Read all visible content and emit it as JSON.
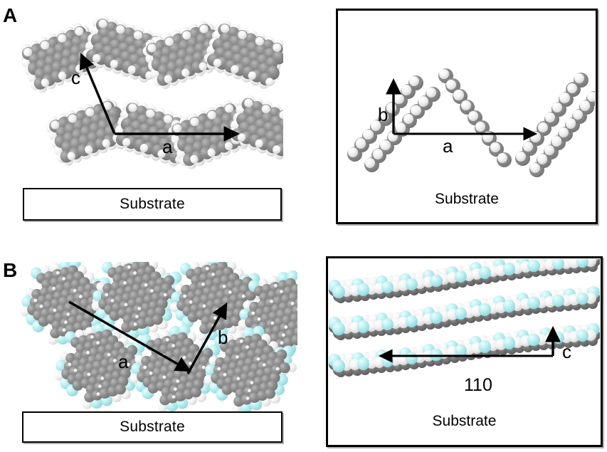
{
  "figure": {
    "type": "scientific-figure",
    "description": "Space-filling molecular models of thin-film crystal packing on a substrate, two panels A and B, each with a side/edge view and an in-plane view.",
    "background_color": "#ffffff",
    "panels": [
      {
        "id": "A",
        "letter": "A",
        "position": "top-left",
        "view": "edge-on / side view of herringbone stacks standing on the substrate",
        "framed": false,
        "axis_vectors": [
          {
            "name": "c",
            "label": "c",
            "direction": "up-left"
          },
          {
            "name": "a",
            "label": "a",
            "direction": "right"
          }
        ],
        "substrate": {
          "label": "Substrate",
          "boxed": true
        }
      },
      {
        "id": "A-right",
        "letter": "",
        "position": "top-right",
        "view": "cross-section showing herringbone tilt of molecular long axes",
        "framed": true,
        "axis_vectors": [
          {
            "name": "b",
            "label": "b",
            "direction": "up"
          },
          {
            "name": "a",
            "label": "a",
            "direction": "right"
          }
        ],
        "substrate": {
          "label": "Substrate",
          "boxed": false
        }
      },
      {
        "id": "B",
        "letter": "B",
        "position": "bottom-left",
        "view": "in-plane view of fluorinated disc-shaped molecules lying flat on the substrate",
        "framed": false,
        "axis_vectors": [
          {
            "name": "a",
            "label": "a",
            "direction": "down-right"
          },
          {
            "name": "b",
            "label": "b",
            "direction": "up-right"
          }
        ],
        "substrate": {
          "label": "Substrate",
          "boxed": true
        }
      },
      {
        "id": "B-right",
        "letter": "",
        "position": "bottom-right",
        "view": "edge-on view of stacked fluorinated molecular layers",
        "framed": true,
        "axis_vectors": [
          {
            "name": "c",
            "label": "c",
            "direction": "up"
          },
          {
            "name": "110",
            "label": "110",
            "direction": "left"
          }
        ],
        "substrate": {
          "label": "Substrate",
          "boxed": false
        }
      }
    ],
    "labels": {
      "panel_a_letter": "A",
      "panel_b_letter": "B",
      "substrate": "Substrate",
      "vector_a": "a",
      "vector_b": "b",
      "vector_c": "c",
      "direction_110": "110"
    },
    "atom_colors": {
      "carbon": "#7b7b7b",
      "hydrogen": "#dedede",
      "fluorine": "#9adde1",
      "outline": "#000000"
    },
    "frame_color": "#000000",
    "text_color": "#000000"
  }
}
